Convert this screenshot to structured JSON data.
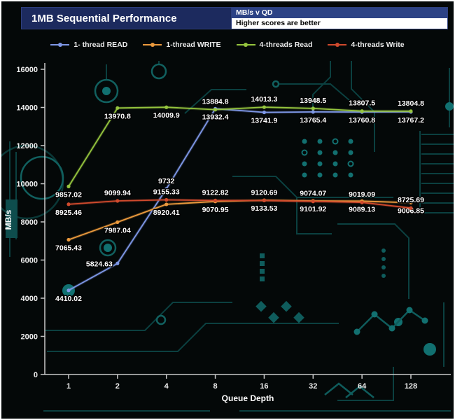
{
  "header": {
    "title": "1MB Sequential Performance",
    "subtitle_top": "MB/s v QD",
    "subtitle_bottom": "Higher scores are better"
  },
  "chart_data": {
    "type": "line",
    "title": "1MB Sequential Performance",
    "xlabel": "Queue Depth",
    "ylabel": "MB/s",
    "x_scale": "log2-categorical",
    "categories": [
      1,
      2,
      4,
      8,
      16,
      32,
      64,
      128
    ],
    "y_ticks": [
      0,
      2000,
      4000,
      6000,
      8000,
      10000,
      12000,
      14000,
      16000
    ],
    "ylim": [
      0,
      16000
    ],
    "grid": false,
    "legend_position": "top",
    "series": [
      {
        "name": "1- thread READ",
        "color": "#7e97e6",
        "values": [
          4410.02,
          5824.63,
          9732,
          13932.4,
          13741.9,
          13765.4,
          13760.8,
          13767.2
        ],
        "label_side": [
          "below",
          "left",
          "above",
          "below",
          "below",
          "below",
          "below",
          "below"
        ]
      },
      {
        "name": "1-thread WRITE",
        "color": "#eb9a3d",
        "values": [
          7065.43,
          7987.04,
          8920.41,
          9070.95,
          9133.53,
          9101.92,
          9089.13,
          9006.85
        ],
        "label_side": [
          "below",
          "below",
          "below",
          "below",
          "below",
          "below",
          "below",
          "below"
        ]
      },
      {
        "name": "4-threads Read",
        "color": "#95c53e",
        "values": [
          9857.02,
          13970.8,
          14009.9,
          13884.8,
          14013.3,
          13948.5,
          13807.5,
          13804.8
        ],
        "label_side": [
          "below",
          "below",
          "below",
          "above",
          "above",
          "above",
          "above",
          "above"
        ]
      },
      {
        "name": "4-threads Write",
        "color": "#d04a2d",
        "values": [
          8925.46,
          9099.94,
          9155.33,
          9122.82,
          9120.69,
          9074.07,
          9019.09,
          8725.69
        ],
        "label_side": [
          "below",
          "above",
          "above",
          "above",
          "above",
          "above",
          "above",
          "above"
        ]
      }
    ]
  }
}
